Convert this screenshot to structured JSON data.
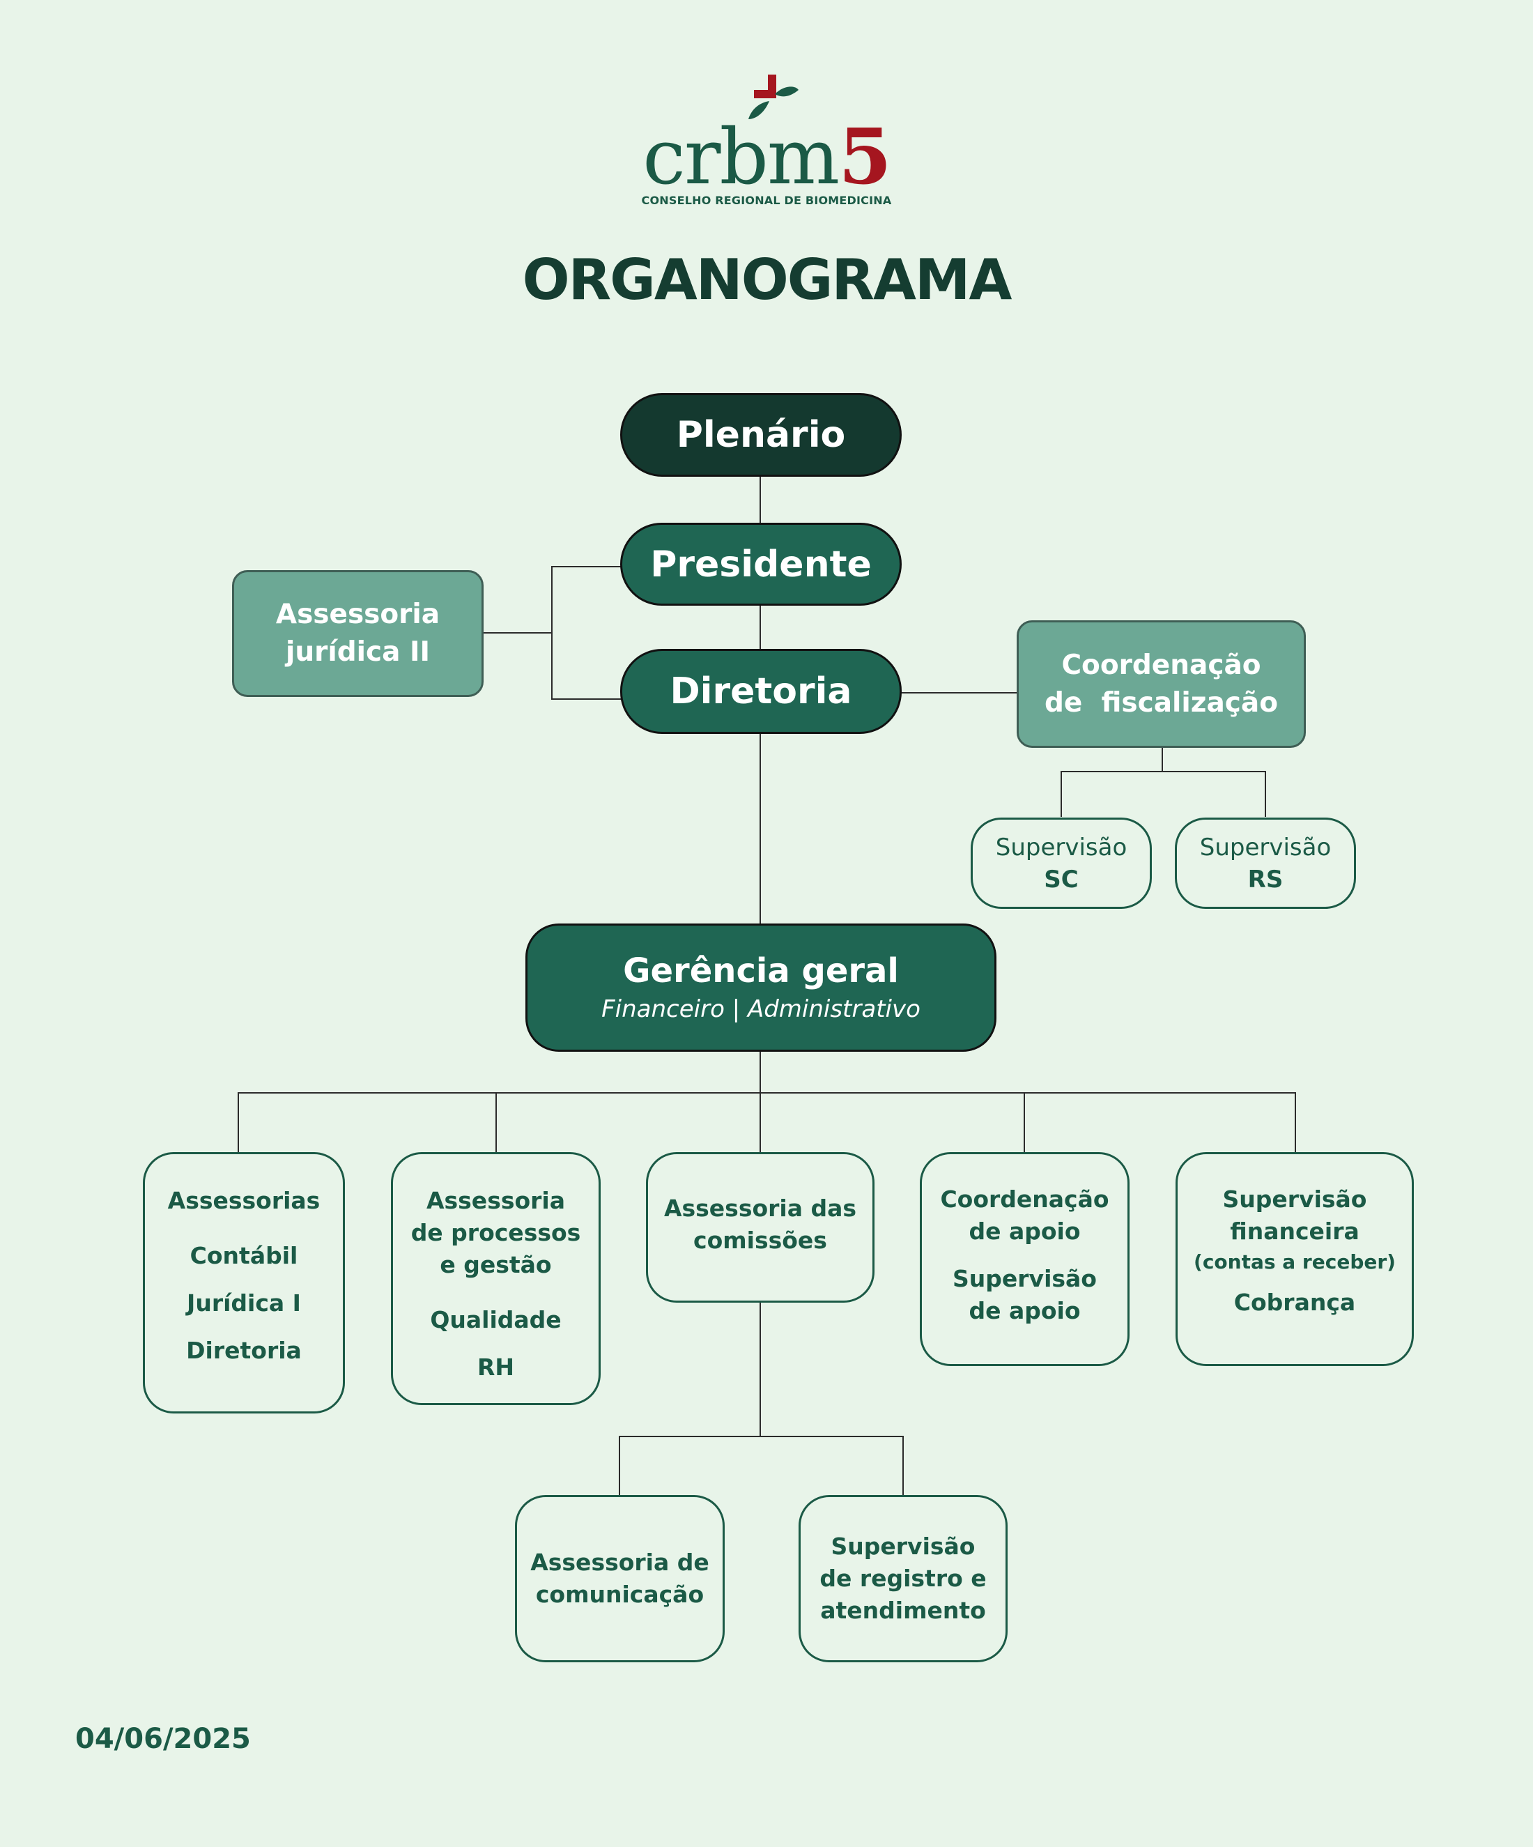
{
  "logo": {
    "wordmark_main": "crbm",
    "wordmark_number": "5",
    "subtitle": "CONSELHO REGIONAL DE BIOMEDICINA",
    "icon": "cross-with-leaves-icon"
  },
  "title": "ORGANOGRAMA",
  "nodes": {
    "plenario": "Plenário",
    "presidente": "Presidente",
    "diretoria": "Diretoria",
    "assessoria_juridica": {
      "line1": "Assessoria",
      "line2": "jurídica II"
    },
    "coordenacao_fiscalizacao": {
      "line1": "Coordenação",
      "line2": "de  fiscalização"
    },
    "supervisao_sc": {
      "line1": "Supervisão",
      "line2": "SC"
    },
    "supervisao_rs": {
      "line1": "Supervisão",
      "line2": "RS"
    },
    "gerencia_geral": {
      "title": "Gerência geral",
      "subtitle": "Financeiro | Administrativo"
    },
    "assessorias": {
      "title": "Assessorias",
      "items": [
        "Contábil",
        "Jurídica I",
        "Diretoria"
      ]
    },
    "assessoria_processos": {
      "lines": [
        "Assessoria",
        "de processos",
        "e gestão"
      ],
      "items": [
        "Qualidade",
        "RH"
      ]
    },
    "assessoria_comissoes": {
      "lines": [
        "Assessoria das",
        "comissões"
      ]
    },
    "coordenacao_apoio": {
      "lines": [
        "Coordenação",
        "de apoio"
      ],
      "sub_lines": [
        "Supervisão",
        "de apoio"
      ]
    },
    "supervisao_financeira": {
      "lines": [
        "Supervisão",
        "financeira"
      ],
      "note": "(contas a receber)",
      "item": "Cobrança"
    },
    "assessoria_comunicacao": {
      "lines": [
        "Assessoria de",
        "comunicação"
      ]
    },
    "supervisao_registro": {
      "lines": [
        "Supervisão",
        "de registro e",
        "atendimento"
      ]
    }
  },
  "date": "04/06/2025",
  "colors": {
    "background": "#e8f4e9",
    "dark_green": "#14392f",
    "mid_green": "#1f6653",
    "light_green": "#6ca895",
    "text_green": "#1b5a46",
    "logo_red": "#a5161f"
  }
}
